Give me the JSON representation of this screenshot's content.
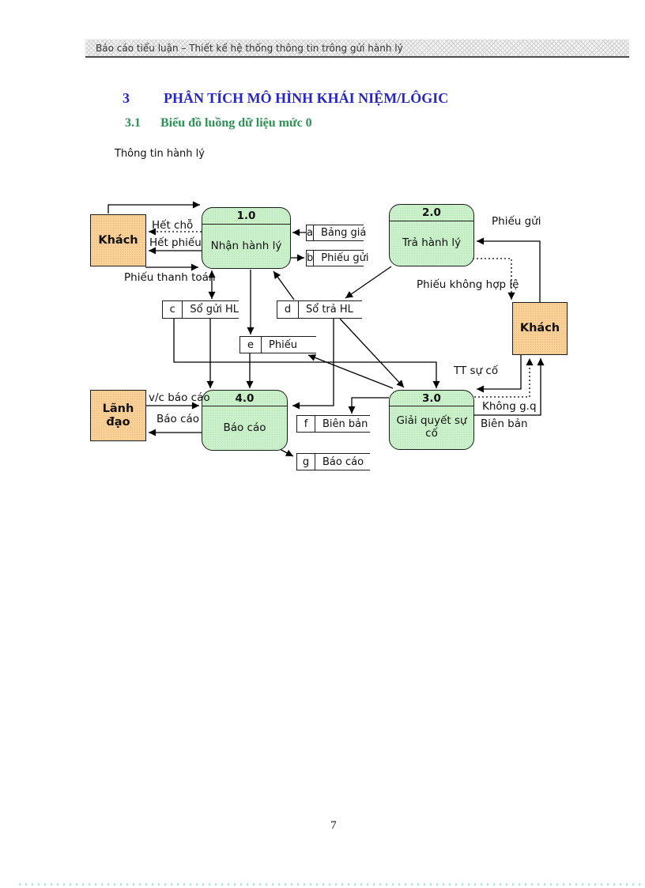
{
  "page": {
    "header_text": "Báo cáo tiểu luận – Thiết kế hệ thống thông tin trông gửi hành lý",
    "page_number": "7"
  },
  "headings": {
    "h1_number": "3",
    "h1_title": "PHÂN TÍCH MÔ HÌNH KHÁI NIỆM/LÔGIC",
    "h2_number": "3.1",
    "h2_title": "Biểu đồ luồng dữ liệu mức 0"
  },
  "diagram": {
    "caption": "Thông tin hành lý",
    "entities": {
      "khach_top_left": "Khách",
      "khach_right": "Khách",
      "lanh_dao": "Lãnh đạo"
    },
    "processes": {
      "p1": {
        "id": "1.0",
        "name": "Nhận hành lý"
      },
      "p2": {
        "id": "2.0",
        "name": "Trả hành lý"
      },
      "p3": {
        "id": "3.0",
        "name": "Giải quyết sự cố"
      },
      "p4": {
        "id": "4.0",
        "name": "Báo cáo"
      }
    },
    "stores": {
      "a": {
        "letter": "a",
        "name": "Bảng giá"
      },
      "b": {
        "letter": "b",
        "name": "Phiếu gửi"
      },
      "c": {
        "letter": "c",
        "name": "Sổ gửi HL"
      },
      "d": {
        "letter": "d",
        "name": "Sổ trả HL"
      },
      "e": {
        "letter": "e",
        "name": "Phiếu"
      },
      "f": {
        "letter": "f",
        "name": "Biên bản"
      },
      "g": {
        "letter": "g",
        "name": "Báo cáo"
      }
    },
    "flow_labels": {
      "het_cho": "Hết chỗ",
      "het_phieu": "Hết phiếu",
      "phieu_thanh_toan": "Phiếu thanh toán",
      "phieu_gui": "Phiếu gửi",
      "phieu_khong_hop_le": "Phiếu không hợp lệ",
      "tt_su_co": "TT sự cố",
      "khong_gq": "Không g.q",
      "bien_ban": "Biên bản",
      "vc_bao_cao": "v/c báo cáo",
      "bao_cao": "Báo cáo"
    },
    "colors": {
      "process_fill": "#caf0ca",
      "entity_fill": "#f8cf97",
      "heading1": "#2626c9",
      "heading2": "#2e9156",
      "line": "#000000"
    }
  }
}
